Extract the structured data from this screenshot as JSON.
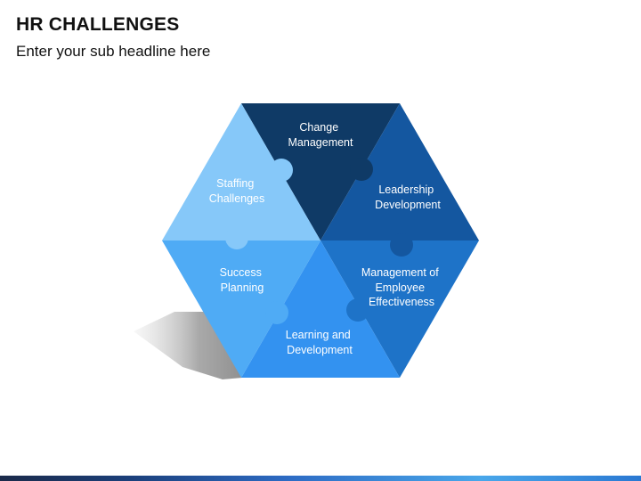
{
  "header": {
    "title": "HR CHALLENGES",
    "subtitle": "Enter your sub headline here"
  },
  "segments": [
    {
      "id": "change-management",
      "line1": "Change",
      "line2": "Management",
      "color": "#0f3a66"
    },
    {
      "id": "leadership-development",
      "line1": "Leadership",
      "line2": "Development",
      "color": "#1457a0"
    },
    {
      "id": "management-effectiveness",
      "line1": "Management of",
      "line2": "Employee",
      "line3": "Effectiveness",
      "color": "#1e73c8"
    },
    {
      "id": "learning-development",
      "line1": "Learning and",
      "line2": "Development",
      "color": "#3392f0"
    },
    {
      "id": "success-planning",
      "line1": "Success",
      "line2": "Planning",
      "color": "#4fabf5"
    },
    {
      "id": "staffing-challenges",
      "line1": "Staffing",
      "line2": "Challenges",
      "color": "#86c8f9"
    }
  ]
}
